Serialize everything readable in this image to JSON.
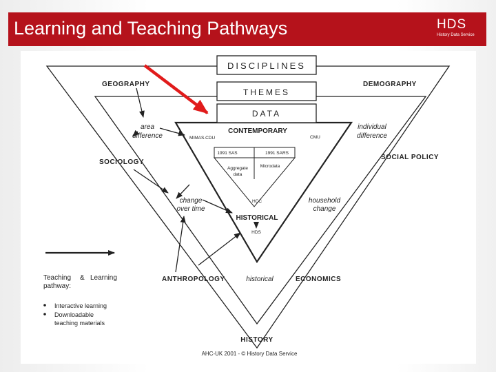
{
  "slide": {
    "title": "Learning and Teaching Pathways",
    "logo": {
      "mark": "HDS",
      "tagline": "History Data Service"
    },
    "footer": "AHC-UK 2001 - © History Data Service"
  },
  "colors": {
    "title_bar": "#b5121b",
    "arrow_red": "#e11b1b",
    "lines": "#222222"
  },
  "diagram": {
    "boxes": {
      "disciplines": "DISCIPLINES",
      "themes": "THEMES",
      "data": "DATA"
    },
    "disciplines": {
      "geography": "GEOGRAPHY",
      "demography": "DEMOGRAPHY",
      "sociology": "SOCIOLOGY",
      "social_policy": "SOCIAL POLICY",
      "anthropology": "ANTHROPOLOGY",
      "economics": "ECONOMICS",
      "history": "HISTORY"
    },
    "themes": {
      "area_difference_1": "area",
      "area_difference_2": "difference",
      "individual_difference_1": "individual",
      "individual_difference_2": "difference",
      "change_over_time_1": "change",
      "change_over_time_2": "over time",
      "household_change_1": "household",
      "household_change_2": "change",
      "historical": "historical"
    },
    "data_labels": {
      "contemporary": "CONTEMPORARY",
      "historical": "HISTORICAL",
      "mimas_cdu": "MIMAS.CDU",
      "cmu": "CMU",
      "sas": "1991 SAS",
      "sars": "1991 SARS",
      "aggregate_1": "Aggregate",
      "aggregate_2": "data",
      "microdata": "Microdata",
      "hcc": "HCC",
      "hds": "HDS"
    },
    "legend": {
      "teaching_1": "Teaching",
      "teaching_amp": "&",
      "teaching_learning": "Learning",
      "teaching_2": "pathway:",
      "bullets": [
        "Interactive learning",
        "Downloadable",
        "teaching materials"
      ]
    }
  }
}
